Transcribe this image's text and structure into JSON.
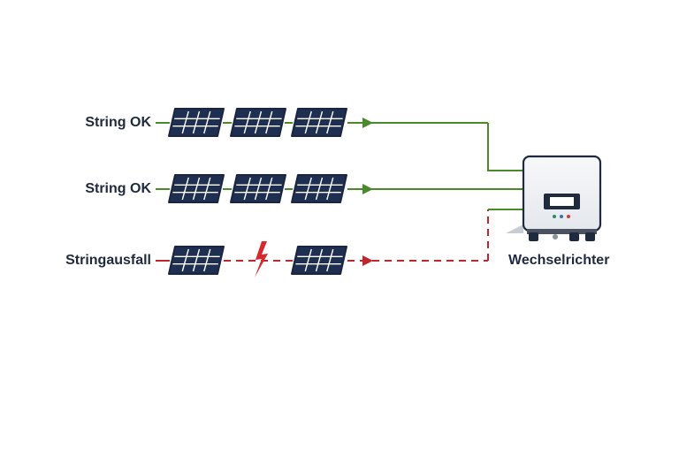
{
  "strings": [
    {
      "label": "String OK",
      "status": "ok",
      "panel_count": 3
    },
    {
      "label": "String OK",
      "status": "ok",
      "panel_count": 3
    },
    {
      "label": "Stringausfall",
      "status": "fault",
      "panel_count": 2,
      "fault_icon": "lightning-bolt-icon"
    }
  ],
  "inverter": {
    "label": "Wechselrichter",
    "icon": "inverter-icon",
    "leds": [
      "#2e8b57",
      "#3a6fb0",
      "#d13b3b"
    ]
  },
  "colors": {
    "ok_line": "#4a8a2a",
    "fault_line": "#c0272d",
    "panel_fill": "#1f2f52",
    "panel_frame": "#1a2540",
    "panel_grid": "#ffffff",
    "label_text": "#1f2a3f"
  }
}
